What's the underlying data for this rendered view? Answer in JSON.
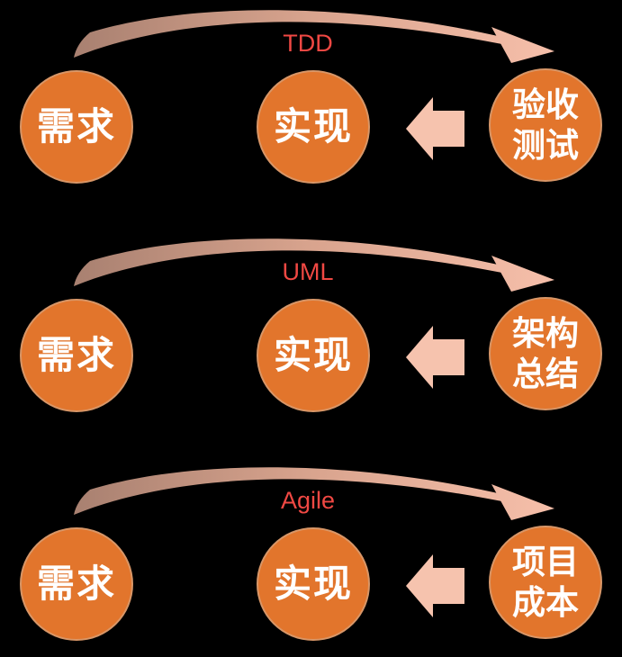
{
  "colors": {
    "bg": "#000000",
    "circle_fill": "#e2752c",
    "circle_text": "#ffffff",
    "label_color": "#f04843",
    "block_arrow": "#f6c3ae",
    "swoosh_tail": "#a88070",
    "swoosh_head": "#f6bfaa"
  },
  "rows": [
    {
      "label": "TDD",
      "left_label": "需求",
      "middle_label": "实现",
      "right_line1": "验收",
      "right_line2": "测试"
    },
    {
      "label": "UML",
      "left_label": "需求",
      "middle_label": "实现",
      "right_line1": "架构",
      "right_line2": "总结"
    },
    {
      "label": "Agile",
      "left_label": "需求",
      "middle_label": "实现",
      "right_line1": "项目",
      "right_line2": "成本"
    }
  ]
}
